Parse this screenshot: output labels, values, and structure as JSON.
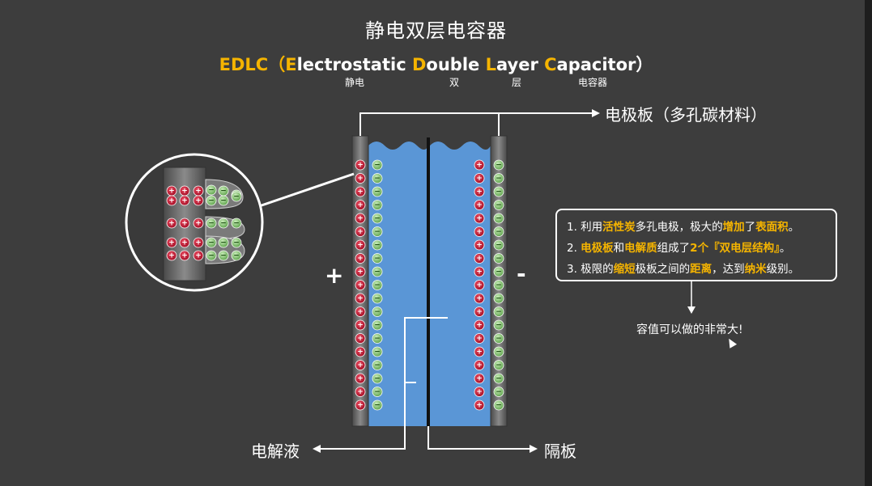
{
  "title": "静电双层电容器",
  "subtitle": {
    "prefix": "EDLC（",
    "words": [
      {
        "initial": "E",
        "rest": "lectrostatic "
      },
      {
        "initial": "D",
        "rest": "ouble "
      },
      {
        "initial": "L",
        "rest": "ayer "
      },
      {
        "initial": "C",
        "rest": "apacitor"
      }
    ],
    "suffix": "）"
  },
  "sublabels": [
    "静电",
    "双",
    "层",
    "电容器"
  ],
  "labels": {
    "electrode": "电极板（多孔碳材料）",
    "electrolyte": "电解液",
    "separator": "隔板",
    "plus": "+",
    "minus": "-"
  },
  "info": {
    "line1": {
      "a": "1. 利用",
      "b": "活性炭",
      "c": "多孔电极，极大的",
      "d": "增加",
      "e": "了",
      "f": "表面积",
      "g": "。"
    },
    "line2": {
      "a": "2. ",
      "b": "电极板",
      "c": "和",
      "d": "电解质",
      "e": "组成了",
      "f": "2个『双电层结构』",
      "g": "。"
    },
    "line3": {
      "a": "3. 极限的",
      "b": "缩短",
      "c": "极板之间的",
      "d": "距离",
      "e": "，达到",
      "f": "纳米",
      "g": "级别。"
    }
  },
  "result": "容值可以做的非常大!",
  "ion_signs": {
    "positive": "+",
    "negative": "−"
  },
  "colors": {
    "background": "#3d3d3d",
    "highlight": "#f5b400",
    "electrolyte": "#5a96d6",
    "electrode": "#6a6a6a",
    "positive_ion": "#c8102e",
    "negative_ion": "#7cc36a"
  }
}
